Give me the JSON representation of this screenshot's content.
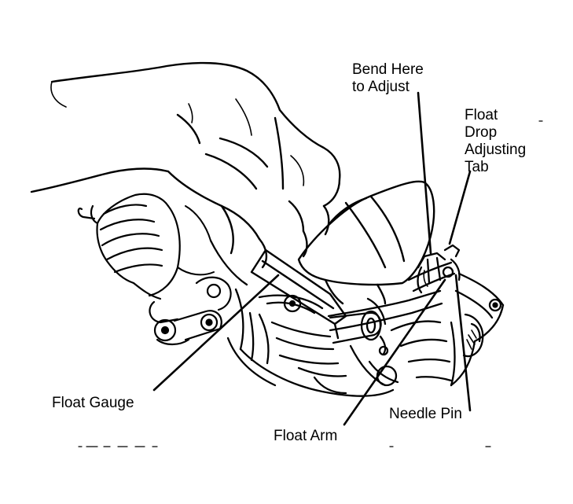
{
  "labels": {
    "bend_here": [
      "Bend Here",
      "to Adjust"
    ],
    "float_drop_tab": [
      "Float",
      "Drop",
      "Adjusting",
      "Tab"
    ],
    "float_gauge": "Float Gauge",
    "needle_pin": "Needle Pin",
    "float_arm": "Float Arm"
  },
  "colors": {
    "ink": "#000000",
    "paper": "#ffffff"
  }
}
